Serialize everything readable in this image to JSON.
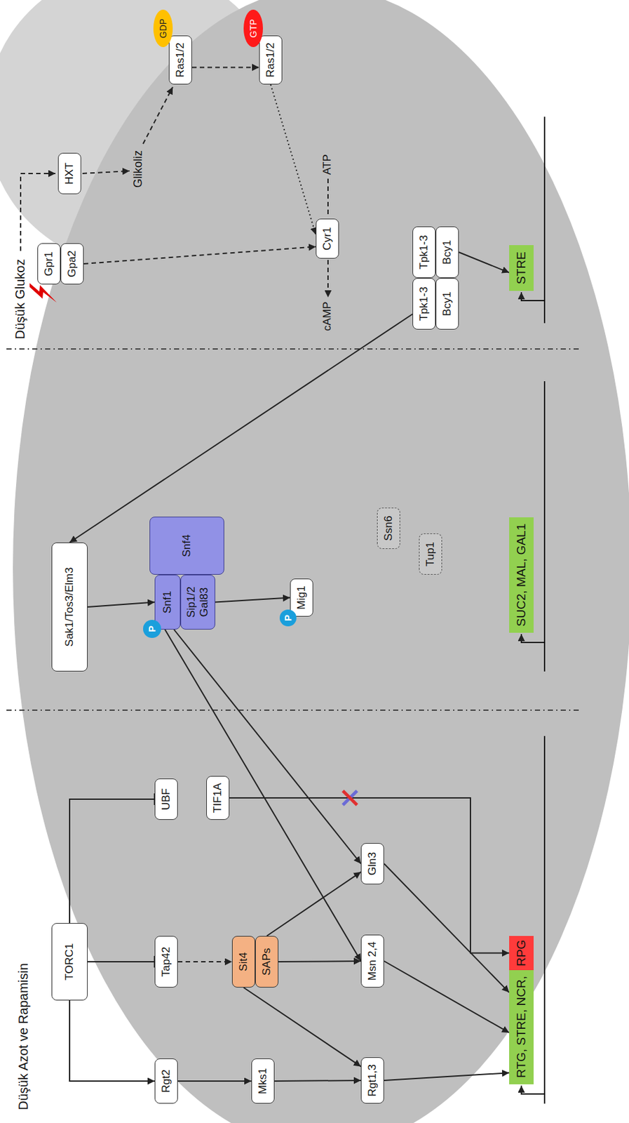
{
  "diagram": {
    "nodes": [
      {
        "text": [
          "TORC1"
        ]
      },
      {
        "text": [
          "Rgt2"
        ]
      },
      {
        "text": [
          "Tap42"
        ]
      },
      {
        "text": [
          "UBF"
        ]
      },
      {
        "text": [
          "TIF1A"
        ]
      },
      {
        "text": [
          "Sit4"
        ]
      },
      {
        "text": [
          "SAPs"
        ]
      },
      {
        "text": [
          "Mks1"
        ]
      },
      {
        "text": [
          "Rgt1,3"
        ]
      },
      {
        "text": [
          "Msn 2,4"
        ]
      },
      {
        "text": [
          "Gln3"
        ]
      },
      {
        "text": [
          "RTG, STRE, NCR,"
        ]
      },
      {
        "text": [
          "RPG"
        ]
      },
      {
        "text": [
          "Sak1/Tos3/Elm3"
        ]
      },
      {
        "text": [
          "Snf1"
        ]
      },
      {
        "text": [
          "P"
        ]
      },
      {
        "text": [
          "Sip1/2 Gal83"
        ]
      },
      {
        "text": [
          "Snf4"
        ]
      },
      {
        "text": [
          "Mig1"
        ]
      },
      {
        "text": [
          "P"
        ]
      },
      {
        "text": [
          "Ssn6"
        ]
      },
      {
        "text": [
          "Tup1"
        ]
      },
      {
        "text": [
          "SUC2, MAL, GAL1"
        ]
      },
      {
        "text": [
          "Gpr1"
        ]
      },
      {
        "text": [
          "Gpa2"
        ]
      },
      {
        "text": [
          "HXT"
        ]
      },
      {
        "text": [
          "Ras1/2"
        ]
      },
      {
        "text": [
          "GDP"
        ]
      },
      {
        "text": [
          "Ras1/2"
        ]
      },
      {
        "text": [
          "GTP"
        ]
      },
      {
        "text": [
          "Cyr1"
        ]
      },
      {
        "text": [
          "Tpk1-3"
        ]
      },
      {
        "text": [
          "Tpk1-3"
        ]
      },
      {
        "text": [
          "Bcy1"
        ]
      },
      {
        "text": [
          "Bcy1"
        ]
      },
      {
        "text": [
          "STRE"
        ]
      }
    ],
    "edges": [
      {
        "from": 0,
        "to": 1,
        "arrow": "to"
      },
      {
        "from": 0,
        "to": 2,
        "arrow": "to"
      },
      {
        "from": 0,
        "to": 3,
        "arrow": "to"
      },
      {
        "from": 1,
        "to": 7,
        "arrow": "to"
      },
      {
        "from": 7,
        "to": 8,
        "arrow": "to"
      },
      {
        "from": 2,
        "to": 5,
        "arrow": "to"
      },
      {
        "from": 5,
        "to": 8,
        "arrow": "to"
      },
      {
        "from": 6,
        "to": 9,
        "arrow": "to"
      },
      {
        "from": 6,
        "to": 10,
        "arrow": "to"
      },
      {
        "from": 8,
        "to": 11,
        "arrow": "to"
      },
      {
        "from": 9,
        "to": 11,
        "arrow": "to"
      },
      {
        "from": 10,
        "to": 11,
        "arrow": "to"
      },
      {
        "from": 4,
        "to": 12,
        "arrow": "to"
      },
      {
        "from": 13,
        "to": 14,
        "arrow": "to"
      },
      {
        "from": 14,
        "to": 9,
        "arrow": "to"
      },
      {
        "from": 14,
        "to": 10,
        "arrow": "to"
      },
      {
        "from": 16,
        "to": 18,
        "arrow": "to"
      },
      {
        "from": 31,
        "to": 13,
        "arrow": "to"
      },
      {
        "from": 34,
        "to": 35,
        "arrow": "to"
      },
      {
        "from": 24,
        "to": 30,
        "arrow": "to"
      },
      {
        "from": 26,
        "to": 28,
        "arrow": "to"
      },
      {
        "from": 28,
        "to": 30,
        "arrow": "to"
      }
    ],
    "labels": [
      "Düşük Azot ve Rapamisin",
      "Düşük Glukoz",
      "Glikoliz",
      "ATP",
      "cAMP"
    ]
  }
}
